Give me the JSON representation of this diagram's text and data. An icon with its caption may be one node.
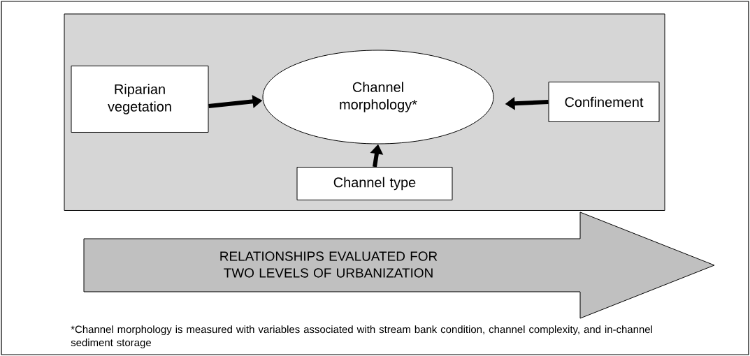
{
  "diagram": {
    "nodes": [
      {
        "text": [],
        "shape": "box"
      },
      {
        "text": [
          "Riparian vegetation"
        ],
        "in": 0
      },
      {
        "text": [
          "Channel morphology*"
        ],
        "in": 0
      },
      {
        "text": [
          "Confinement"
        ],
        "in": 0
      },
      {
        "text": [
          "Channel type"
        ],
        "in": 0
      },
      {
        "text": [
          "RELATIONSHIPS EVALUATED FOR TWO LEVELS OF URBANIZATION"
        ]
      }
    ],
    "edges": [
      {
        "from": 1,
        "to": 2,
        "arrow": "to"
      },
      {
        "from": 3,
        "to": 2,
        "arrow": "to"
      },
      {
        "from": 4,
        "to": 2,
        "arrow": "to"
      }
    ],
    "labels": [
      "*Channel morphology is measured with variables associated with stream bank condition, channel complexity, and in-channel sediment storage"
    ]
  }
}
